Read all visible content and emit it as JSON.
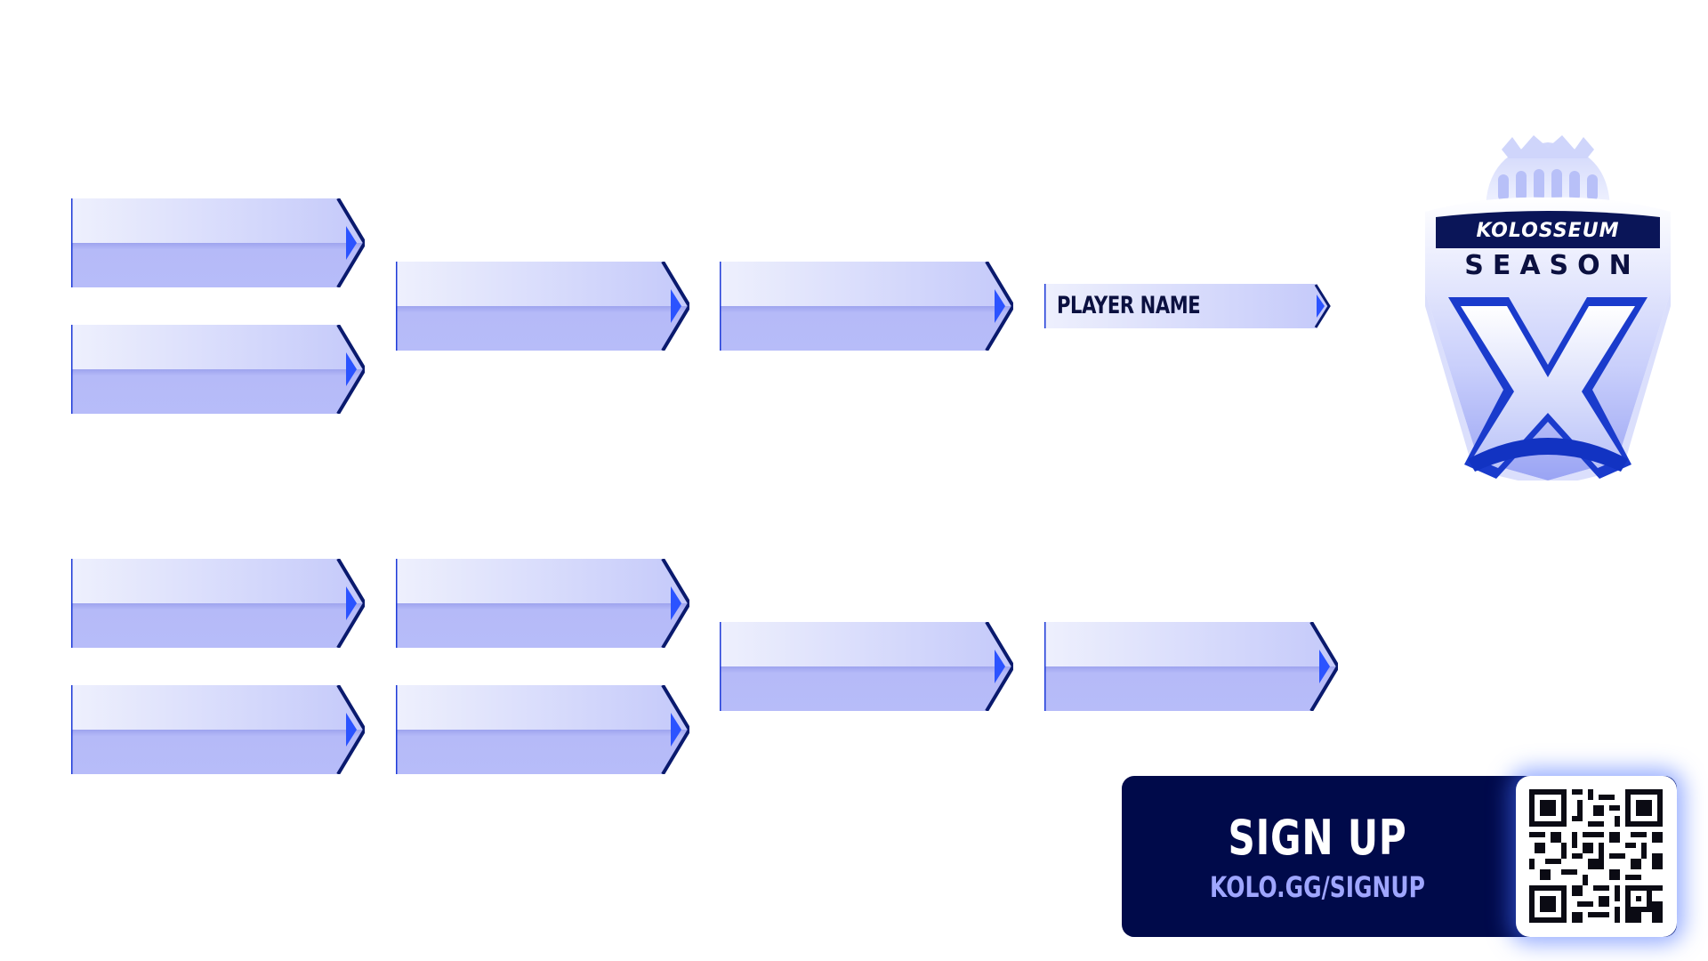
{
  "bracket": {
    "upper": {
      "r1": [
        {
          "name": ""
        },
        {
          "name": ""
        }
      ],
      "r2": [
        {
          "name": ""
        }
      ],
      "r3": [
        {
          "name": ""
        }
      ],
      "final": {
        "name": "PLAYER NAME"
      }
    },
    "lower": {
      "r1": [
        {
          "name": ""
        },
        {
          "name": ""
        }
      ],
      "r2": [
        {
          "name": ""
        },
        {
          "name": ""
        }
      ],
      "r3": [
        {
          "name": ""
        }
      ],
      "final": {
        "name": ""
      }
    }
  },
  "logo": {
    "brand": "KOLOSSEUM",
    "season_label": "SEASON",
    "season_mark": "X"
  },
  "signup": {
    "title": "SIGN UP",
    "url": "KOLO.GG/SIGNUP"
  },
  "colors": {
    "slot_top": "#d4d9fb",
    "slot_bottom": "#b3b8f8",
    "slot_border": "#0a1a6e",
    "arrow": "#2b53ff",
    "panel": "#000a4a",
    "url": "#9fa6ff"
  },
  "icons": {
    "slot_arrow": "chevron-right-icon",
    "qr": "qr-code-icon"
  }
}
